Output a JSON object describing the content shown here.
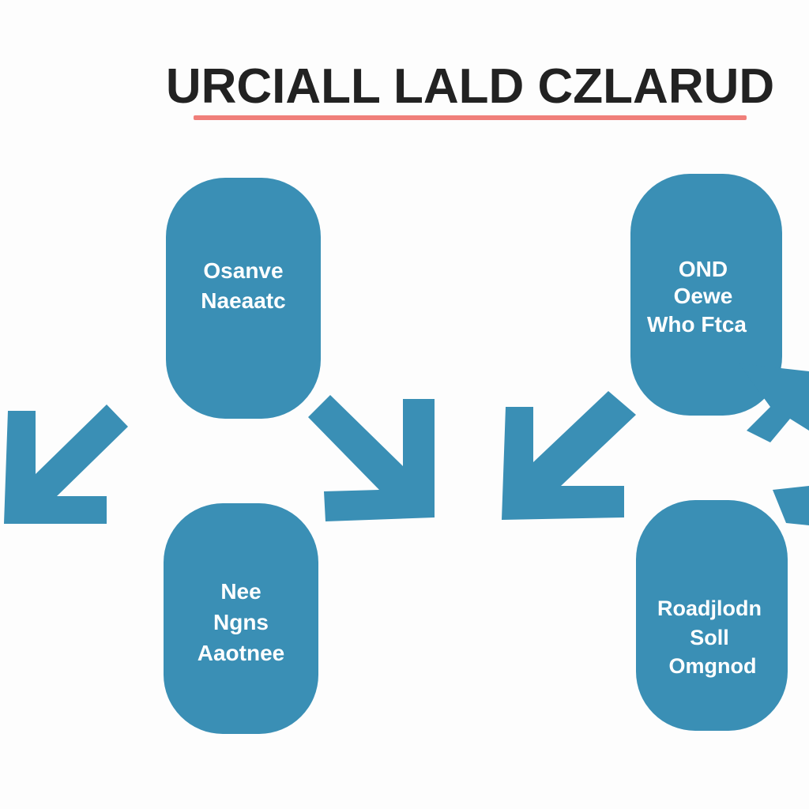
{
  "diagram": {
    "title": "URCIALL LALD CZLARUD",
    "colors": {
      "node_fill": "#3a8fb5",
      "arrow_fill": "#3a8fb5",
      "title_text": "#222222",
      "title_rule": "#f07f7a",
      "node_text": "#ffffff",
      "background": "#fdfdfd"
    },
    "nodes": {
      "top_left": {
        "lines": [
          "Osanve",
          "Naeaatc"
        ]
      },
      "top_right": {
        "lines": [
          "OND",
          "Oewe",
          "Who Ftca"
        ]
      },
      "bottom_left": {
        "lines": [
          "Nee",
          "Ngns",
          "Aaotnee"
        ]
      },
      "bottom_right": {
        "lines": [
          "Roadjlodn",
          "Soll",
          "Omgnod"
        ]
      }
    },
    "arrows": [
      {
        "id": "arrow-left-down-left",
        "direction": "down-left"
      },
      {
        "id": "arrow-center-down-right",
        "direction": "down-right"
      },
      {
        "id": "arrow-center-down-left",
        "direction": "down-left"
      },
      {
        "id": "arrow-right-pointer",
        "direction": "up-left"
      },
      {
        "id": "arrow-right-edge",
        "direction": "left"
      }
    ]
  }
}
